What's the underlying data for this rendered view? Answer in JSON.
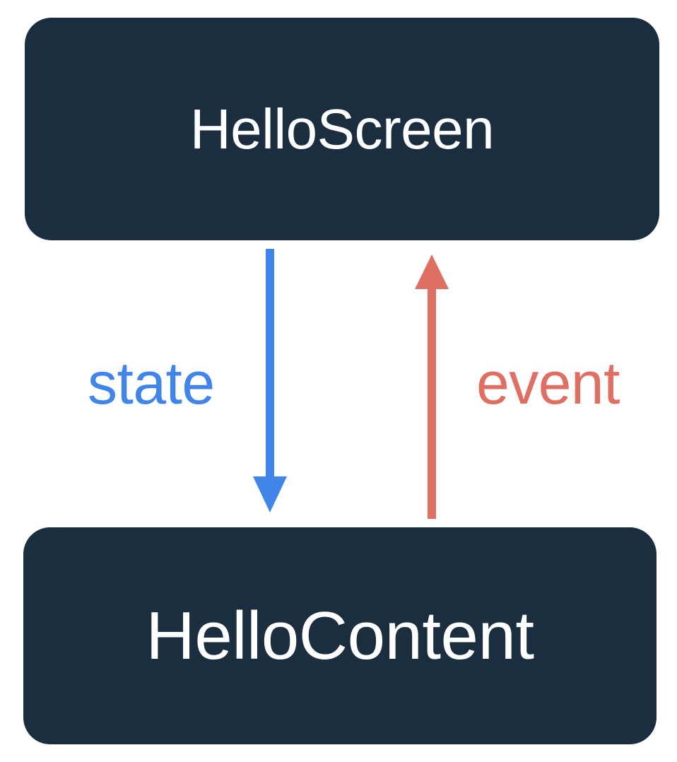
{
  "diagram": {
    "title": "HelloScreen / HelloContent state-event flow",
    "background_color": "#ffffff",
    "nodes": [
      {
        "id": "hello-screen",
        "label": "HelloScreen",
        "fill_color": "#1a2e40",
        "text_color": "#ffffff",
        "shape": "rounded-rectangle"
      },
      {
        "id": "hello-content",
        "label": "HelloContent",
        "fill_color": "#1a2e40",
        "text_color": "#ffffff",
        "shape": "rounded-rectangle"
      }
    ],
    "edges": [
      {
        "id": "state",
        "label": "state",
        "color": "#4285e8",
        "from": "HelloScreen",
        "to": "HelloContent",
        "direction": "down"
      },
      {
        "id": "event",
        "label": "event",
        "color": "#df6f62",
        "from": "HelloContent",
        "to": "HelloScreen",
        "direction": "up"
      }
    ]
  }
}
